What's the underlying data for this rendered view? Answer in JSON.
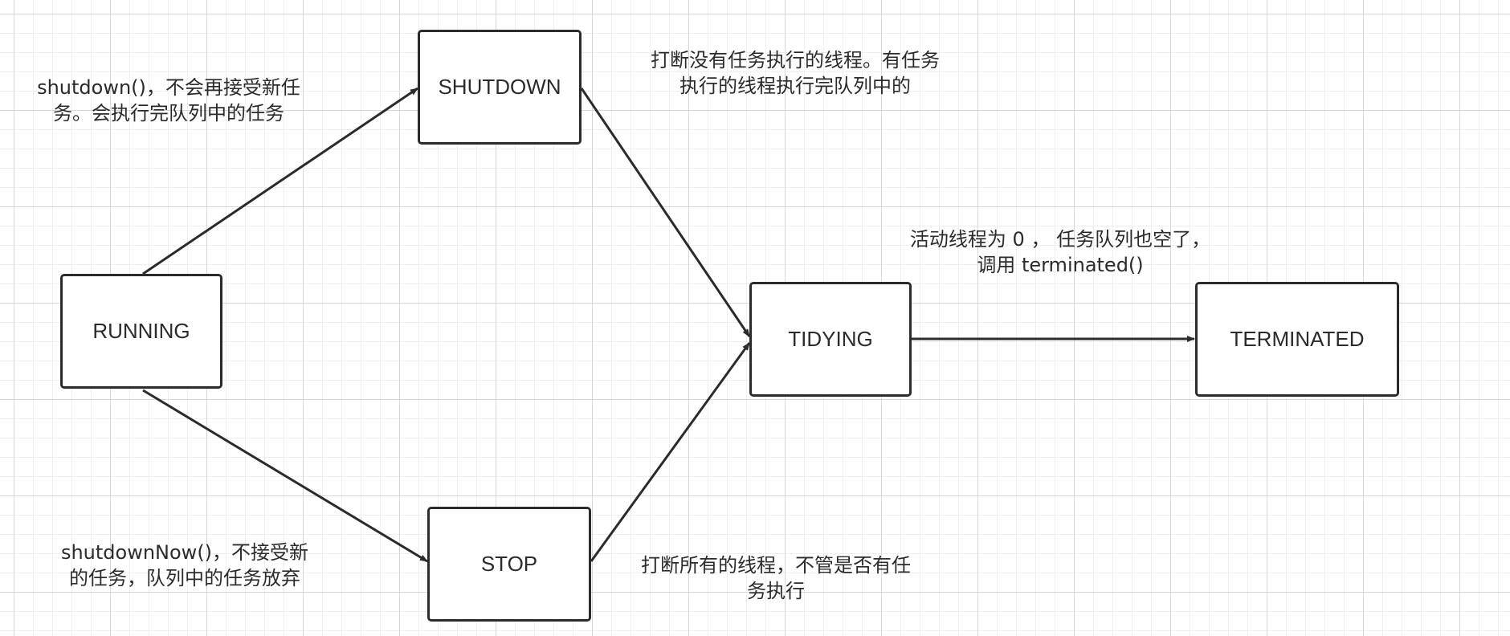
{
  "colors": {
    "stroke": "#2b2b2b",
    "box_fill": "#ffffff",
    "grid_major": "#d9d9d9",
    "grid_minor": "#efefef"
  },
  "states": {
    "running": "RUNNING",
    "shutdown": "SHUTDOWN",
    "stop": "STOP",
    "tidying": "TIDYING",
    "terminated": "TERMINATED"
  },
  "transitions": {
    "running_to_shutdown": {
      "line1": "shutdown()，不会再接受新任",
      "line2": "务。会执行完队列中的任务"
    },
    "shutdown_to_tidying": {
      "line1": "打断没有任务执行的线程。有任务",
      "line2": "执行的线程执行完队列中的"
    },
    "tidying_to_terminated": {
      "line1": "活动线程为 0 ， 任务队列也空了，",
      "line2": "调用 terminated()"
    },
    "running_to_stop": {
      "line1": "shutdownNow()，不接受新",
      "line2": "的任务，队列中的任务放弃"
    },
    "stop_to_tidying": {
      "line1": "打断所有的线程，不管是否有任",
      "line2": "务执行"
    }
  }
}
